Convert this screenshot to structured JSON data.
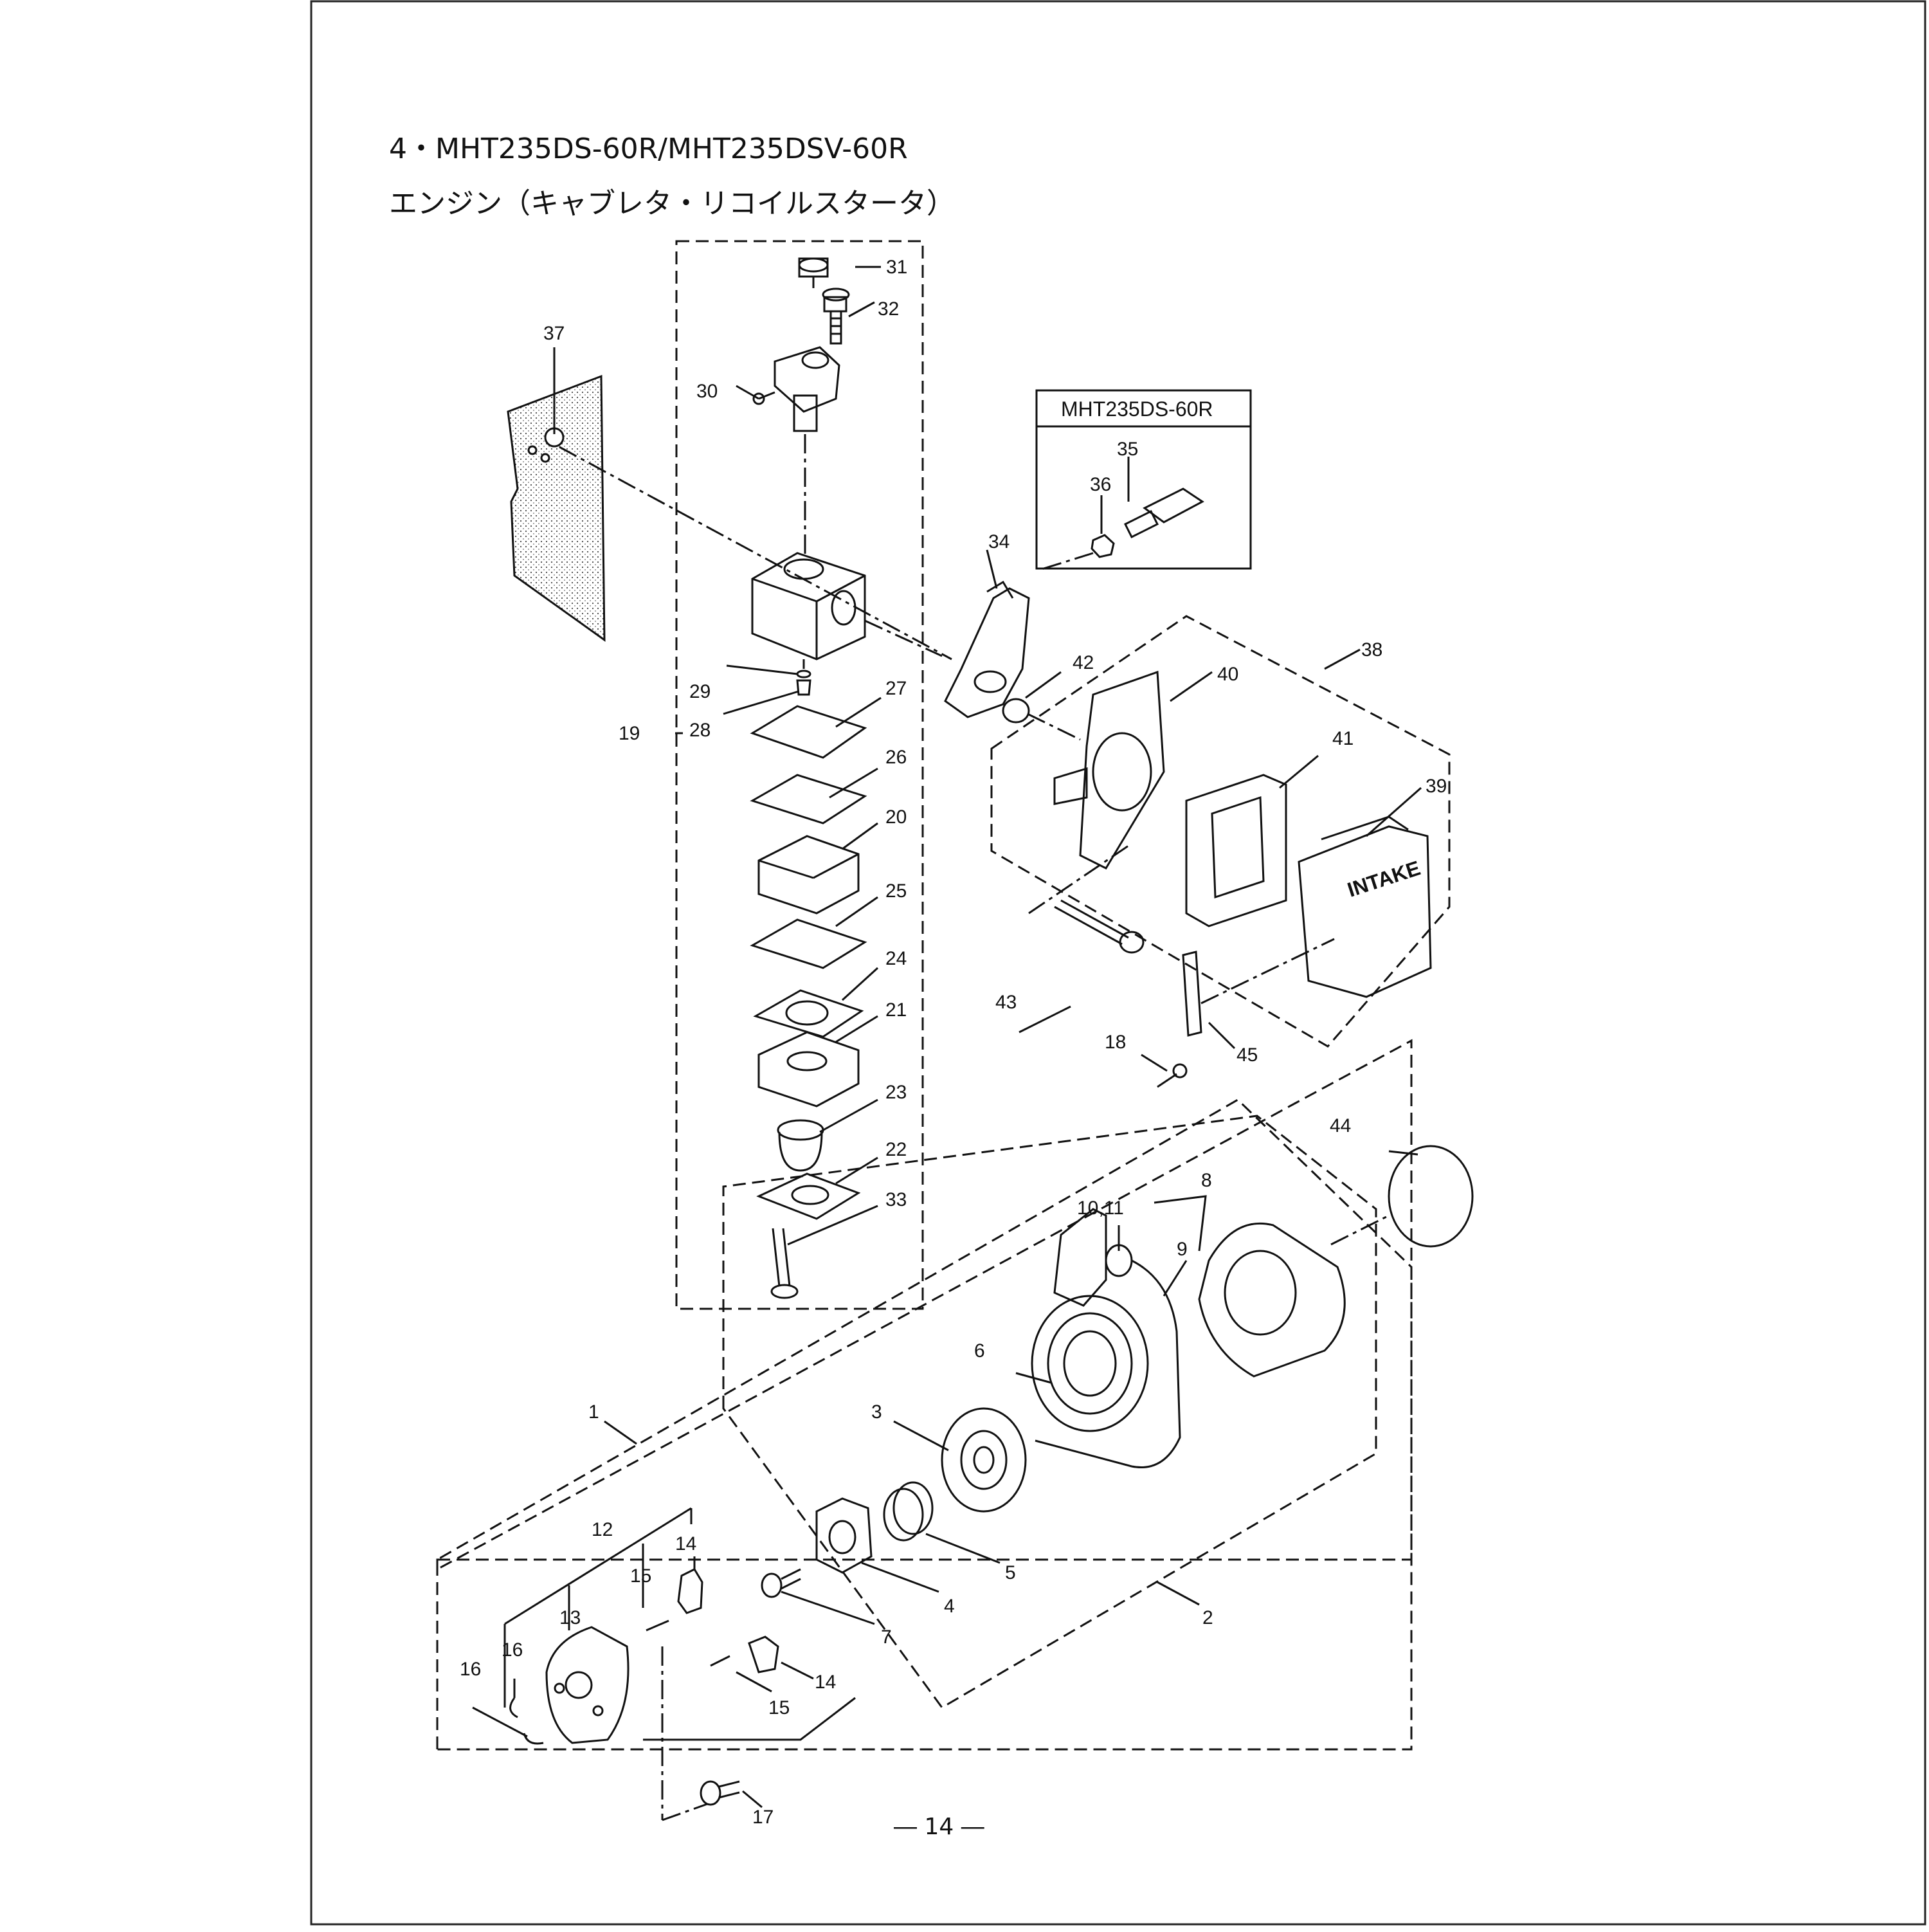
{
  "title": {
    "line1": "4・MHT235DS-60R/MHT235DSV-60R",
    "line2": "エンジン（キャブレタ・リコイルスタータ）"
  },
  "subgroup_label": "MHT235DS-60R",
  "intake_label": "INTAKE",
  "page_number": "― 14 ―",
  "callouts": [
    {
      "id": "c1",
      "text": "1"
    },
    {
      "id": "c2",
      "text": "2"
    },
    {
      "id": "c3",
      "text": "3"
    },
    {
      "id": "c4",
      "text": "4"
    },
    {
      "id": "c5",
      "text": "5"
    },
    {
      "id": "c6",
      "text": "6"
    },
    {
      "id": "c7",
      "text": "7"
    },
    {
      "id": "c8",
      "text": "8"
    },
    {
      "id": "c9",
      "text": "9"
    },
    {
      "id": "c10",
      "text": "10,11"
    },
    {
      "id": "c12",
      "text": "12"
    },
    {
      "id": "c13",
      "text": "13"
    },
    {
      "id": "c14a",
      "text": "14"
    },
    {
      "id": "c14b",
      "text": "14"
    },
    {
      "id": "c15a",
      "text": "15"
    },
    {
      "id": "c15b",
      "text": "15"
    },
    {
      "id": "c16a",
      "text": "16"
    },
    {
      "id": "c16b",
      "text": "16"
    },
    {
      "id": "c17",
      "text": "17"
    },
    {
      "id": "c18",
      "text": "18"
    },
    {
      "id": "c19",
      "text": "19"
    },
    {
      "id": "c20",
      "text": "20"
    },
    {
      "id": "c21",
      "text": "21"
    },
    {
      "id": "c22",
      "text": "22"
    },
    {
      "id": "c23",
      "text": "23"
    },
    {
      "id": "c24",
      "text": "24"
    },
    {
      "id": "c25",
      "text": "25"
    },
    {
      "id": "c26",
      "text": "26"
    },
    {
      "id": "c27",
      "text": "27"
    },
    {
      "id": "c28",
      "text": "28"
    },
    {
      "id": "c29",
      "text": "29"
    },
    {
      "id": "c30",
      "text": "30"
    },
    {
      "id": "c31",
      "text": "31"
    },
    {
      "id": "c32",
      "text": "32"
    },
    {
      "id": "c33",
      "text": "33"
    },
    {
      "id": "c34",
      "text": "34"
    },
    {
      "id": "c35",
      "text": "35"
    },
    {
      "id": "c36",
      "text": "36"
    },
    {
      "id": "c37",
      "text": "37"
    },
    {
      "id": "c38",
      "text": "38"
    },
    {
      "id": "c39",
      "text": "39"
    },
    {
      "id": "c40",
      "text": "40"
    },
    {
      "id": "c41",
      "text": "41"
    },
    {
      "id": "c42",
      "text": "42"
    },
    {
      "id": "c43",
      "text": "43"
    },
    {
      "id": "c44",
      "text": "44"
    },
    {
      "id": "c45",
      "text": "45"
    }
  ]
}
